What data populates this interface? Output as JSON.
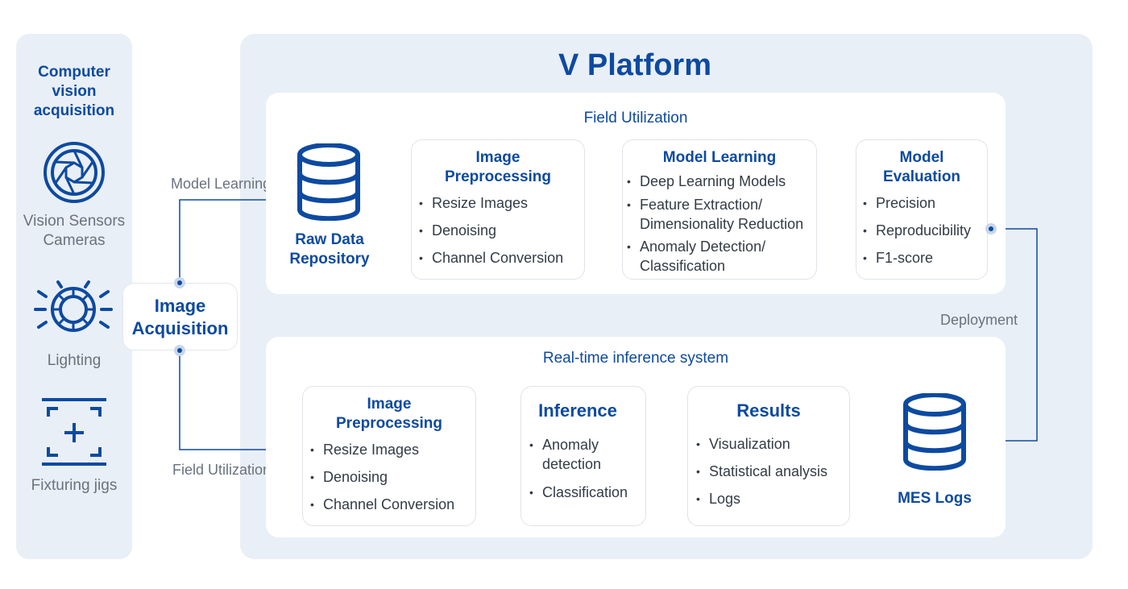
{
  "acquisition_panel": {
    "title": "Computer vision acquisition",
    "items": [
      {
        "label_line1": "Vision Sensors",
        "label_line2": "Cameras",
        "icon": "camera-aperture-icon"
      },
      {
        "label": "Lighting",
        "icon": "ring-light-icon"
      },
      {
        "label": "Fixturing jigs",
        "icon": "fixture-frame-icon"
      }
    ]
  },
  "image_acquisition": {
    "line1": "Image",
    "line2": "Acquisition"
  },
  "connector_labels": {
    "model_learning": "Model Learning",
    "field_utilization": "Field Utilization",
    "deployment": "Deployment"
  },
  "platform": {
    "title": "V Platform",
    "field_section": {
      "title": "Field Utilization",
      "repository": {
        "line1": "Raw Data",
        "line2": "Repository",
        "icon": "database-icon"
      },
      "preprocessing": {
        "title_line1": "Image",
        "title_line2": "Preprocessing",
        "items": [
          "Resize Images",
          "Denoising",
          "Channel Conversion"
        ]
      },
      "model_learning": {
        "title": "Model Learning",
        "items": [
          "Deep Learning Models",
          "Feature Extraction/ Dimensionality Reduction",
          "Anomaly Detection/ Classification"
        ]
      },
      "model_evaluation": {
        "title_line1": "Model",
        "title_line2": "Evaluation",
        "items": [
          "Precision",
          "Reproducibility",
          "F1-score"
        ]
      }
    },
    "realtime_section": {
      "title": "Real-time inference system",
      "preprocessing": {
        "title_line1": "Image",
        "title_line2": "Preprocessing",
        "items": [
          "Resize Images",
          "Denoising",
          "Channel Conversion"
        ]
      },
      "inference": {
        "title": "Inference",
        "items": [
          "Anomaly detection",
          "Classification"
        ]
      },
      "results": {
        "title": "Results",
        "items": [
          "Visualization",
          "Statistical analysis",
          "Logs"
        ]
      },
      "mes_logs": {
        "label": "MES Logs",
        "icon": "database-icon"
      }
    }
  },
  "colors": {
    "accent": "#0d4aa0",
    "panel": "#e9eff6",
    "arrow_gray": "#d5d9de"
  }
}
